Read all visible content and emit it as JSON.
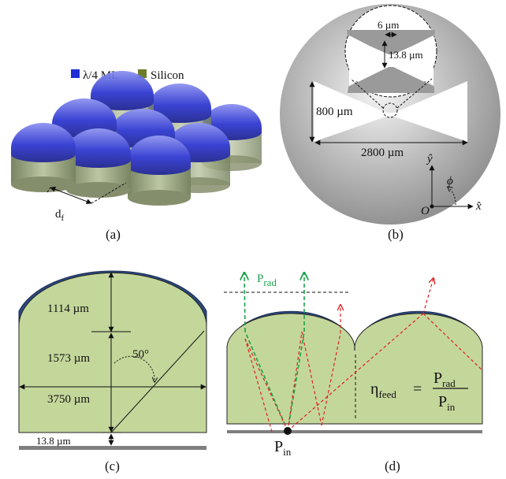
{
  "panel_a": {
    "caption": "(a)",
    "legend": [
      {
        "label": "λ/4 ML",
        "color": "#1f2fd6"
      },
      {
        "label": "Silicon",
        "color": "#6b7d2a"
      }
    ],
    "dim_label": "d",
    "dim_sub": "f"
  },
  "panel_b": {
    "caption": "(b)",
    "gap_label": "6 µm",
    "slot_label": "13.8 µm",
    "height_label": "800 µm",
    "width_label": "2800 µm",
    "axis_y": "ŷ",
    "axis_x": "x̂",
    "origin": "O",
    "angle": "ϕ"
  },
  "panel_c": {
    "caption": "(c)",
    "d1": "1114 µm",
    "d2": "1573 µm",
    "angle": "50°",
    "width": "3750 µm",
    "gap": "13.8 µm"
  },
  "panel_d": {
    "caption": "(d)",
    "p_rad": "P",
    "p_rad_sub": "rad",
    "p_in": "P",
    "p_in_sub": "in",
    "eta": "η",
    "eta_sub": "feed",
    "equals": "=",
    "frac_num": "P",
    "frac_num_sub": "rad",
    "frac_den": "P",
    "frac_den_sub": "in"
  },
  "colors": {
    "silicon": "#c4d79b",
    "coating": "#2b4a80",
    "ground": "#7f7f7f",
    "ray_green": "#1aa34a",
    "ray_red": "#e02020"
  }
}
